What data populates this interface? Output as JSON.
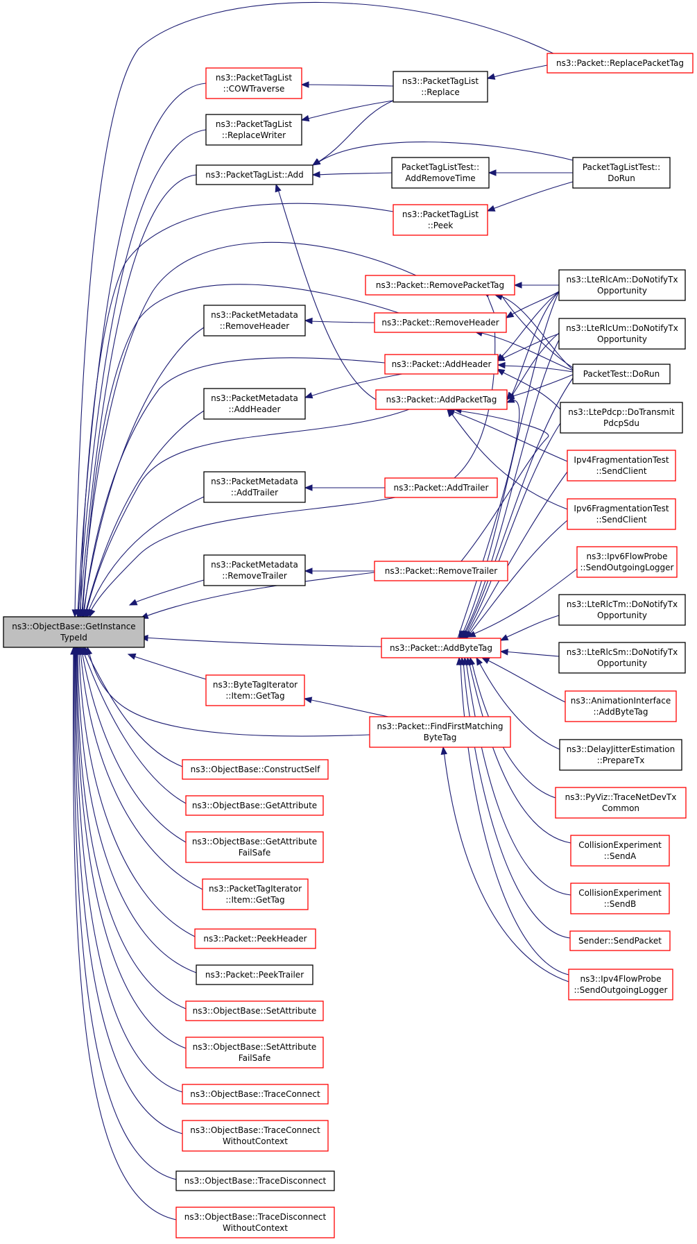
{
  "colors": {
    "edge": "#191970",
    "border_documented": "#000000",
    "border_undocumented": "#ff0000",
    "root_fill": "#bfbfbf"
  },
  "nodes": [
    {
      "id": "root",
      "lines": [
        "ns3::ObjectBase::GetInstance",
        "TypeId"
      ],
      "style": "root"
    },
    {
      "id": "ptl_cow",
      "lines": [
        "ns3::PacketTagList",
        "::COWTraverse"
      ],
      "style": "red"
    },
    {
      "id": "ptl_replace",
      "lines": [
        "ns3::PacketTagList",
        "::Replace"
      ],
      "style": "black"
    },
    {
      "id": "pkt_replacepackettag",
      "lines": [
        "ns3::Packet::ReplacePacketTag"
      ],
      "style": "red"
    },
    {
      "id": "ptl_replacewriter",
      "lines": [
        "ns3::PacketTagList",
        "::ReplaceWriter"
      ],
      "style": "black"
    },
    {
      "id": "ptl_add",
      "lines": [
        "ns3::PacketTagList::Add"
      ],
      "style": "black"
    },
    {
      "id": "ptlt_addremovetime",
      "lines": [
        "PacketTagListTest::",
        "AddRemoveTime"
      ],
      "style": "black"
    },
    {
      "id": "ptlt_dorun",
      "lines": [
        "PacketTagListTest::",
        "DoRun"
      ],
      "style": "black"
    },
    {
      "id": "ptl_peek",
      "lines": [
        "ns3::PacketTagList",
        "::Peek"
      ],
      "style": "red"
    },
    {
      "id": "pkt_removepackettag",
      "lines": [
        "ns3::Packet::RemovePacketTag"
      ],
      "style": "red"
    },
    {
      "id": "lterlcam",
      "lines": [
        "ns3::LteRlcAm::DoNotifyTx",
        "Opportunity"
      ],
      "style": "black"
    },
    {
      "id": "pm_removeheader",
      "lines": [
        "ns3::PacketMetadata",
        "::RemoveHeader"
      ],
      "style": "black"
    },
    {
      "id": "pkt_removeheader",
      "lines": [
        "ns3::Packet::RemoveHeader"
      ],
      "style": "red"
    },
    {
      "id": "lterlcum",
      "lines": [
        "ns3::LteRlcUm::DoNotifyTx",
        "Opportunity"
      ],
      "style": "black"
    },
    {
      "id": "pkt_addheader",
      "lines": [
        "ns3::Packet::AddHeader"
      ],
      "style": "red"
    },
    {
      "id": "pkttest_dorun",
      "lines": [
        "PacketTest::DoRun"
      ],
      "style": "black"
    },
    {
      "id": "pm_addheader",
      "lines": [
        "ns3::PacketMetadata",
        "::AddHeader"
      ],
      "style": "black"
    },
    {
      "id": "pkt_addpackettag",
      "lines": [
        "ns3::Packet::AddPacketTag"
      ],
      "style": "red"
    },
    {
      "id": "ltepdcp",
      "lines": [
        "ns3::LtePdcp::DoTransmit",
        "PdcpSdu"
      ],
      "style": "black"
    },
    {
      "id": "ipv4frag",
      "lines": [
        "Ipv4FragmentationTest",
        "::SendClient"
      ],
      "style": "red"
    },
    {
      "id": "pm_addtrailer",
      "lines": [
        "ns3::PacketMetadata",
        "::AddTrailer"
      ],
      "style": "black"
    },
    {
      "id": "pkt_addtrailer",
      "lines": [
        "ns3::Packet::AddTrailer"
      ],
      "style": "red"
    },
    {
      "id": "ipv6frag",
      "lines": [
        "Ipv6FragmentationTest",
        "::SendClient"
      ],
      "style": "red"
    },
    {
      "id": "ipv6flowprobe",
      "lines": [
        "ns3::Ipv6FlowProbe",
        "::SendOutgoingLogger"
      ],
      "style": "red"
    },
    {
      "id": "pm_removetrailer",
      "lines": [
        "ns3::PacketMetadata",
        "::RemoveTrailer"
      ],
      "style": "black"
    },
    {
      "id": "pkt_removetrailer",
      "lines": [
        "ns3::Packet::RemoveTrailer"
      ],
      "style": "red"
    },
    {
      "id": "lterlctm",
      "lines": [
        "ns3::LteRlcTm::DoNotifyTx",
        "Opportunity"
      ],
      "style": "black"
    },
    {
      "id": "pkt_addbytetag",
      "lines": [
        "ns3::Packet::AddByteTag"
      ],
      "style": "red"
    },
    {
      "id": "lterlcsm",
      "lines": [
        "ns3::LteRlcSm::DoNotifyTx",
        "Opportunity"
      ],
      "style": "black"
    },
    {
      "id": "bti_gettag",
      "lines": [
        "ns3::ByteTagIterator",
        "::Item::GetTag"
      ],
      "style": "red"
    },
    {
      "id": "animiface",
      "lines": [
        "ns3::AnimationInterface",
        "::AddByteTag"
      ],
      "style": "red"
    },
    {
      "id": "pkt_findfirst",
      "lines": [
        "ns3::Packet::FindFirstMatching",
        "ByteTag"
      ],
      "style": "red"
    },
    {
      "id": "delayjitter",
      "lines": [
        "ns3::DelayJitterEstimation",
        "::PrepareTx"
      ],
      "style": "black"
    },
    {
      "id": "ob_constructself",
      "lines": [
        "ns3::ObjectBase::ConstructSelf"
      ],
      "style": "red"
    },
    {
      "id": "pyviz",
      "lines": [
        "ns3::PyViz::TraceNetDevTx",
        "Common"
      ],
      "style": "red"
    },
    {
      "id": "ob_getattribute",
      "lines": [
        "ns3::ObjectBase::GetAttribute"
      ],
      "style": "red"
    },
    {
      "id": "ob_getattributefailsafe",
      "lines": [
        "ns3::ObjectBase::GetAttribute",
        "FailSafe"
      ],
      "style": "red"
    },
    {
      "id": "collision_a",
      "lines": [
        "CollisionExperiment",
        "::SendA"
      ],
      "style": "red"
    },
    {
      "id": "pti_gettag",
      "lines": [
        "ns3::PacketTagIterator",
        "::Item::GetTag"
      ],
      "style": "red"
    },
    {
      "id": "collision_b",
      "lines": [
        "CollisionExperiment",
        "::SendB"
      ],
      "style": "red"
    },
    {
      "id": "pkt_peekheader",
      "lines": [
        "ns3::Packet::PeekHeader"
      ],
      "style": "red"
    },
    {
      "id": "sender_sendpacket",
      "lines": [
        "Sender::SendPacket"
      ],
      "style": "red"
    },
    {
      "id": "pkt_peektrailer",
      "lines": [
        "ns3::Packet::PeekTrailer"
      ],
      "style": "black"
    },
    {
      "id": "ipv4flowprobe",
      "lines": [
        "ns3::Ipv4FlowProbe",
        "::SendOutgoingLogger"
      ],
      "style": "red"
    },
    {
      "id": "ob_setattribute",
      "lines": [
        "ns3::ObjectBase::SetAttribute"
      ],
      "style": "red"
    },
    {
      "id": "ob_setattributefailsafe",
      "lines": [
        "ns3::ObjectBase::SetAttribute",
        "FailSafe"
      ],
      "style": "red"
    },
    {
      "id": "ob_traceconnect",
      "lines": [
        "ns3::ObjectBase::TraceConnect"
      ],
      "style": "red"
    },
    {
      "id": "ob_traceconnectwoc",
      "lines": [
        "ns3::ObjectBase::TraceConnect",
        "WithoutContext"
      ],
      "style": "red"
    },
    {
      "id": "ob_tracedisconnect",
      "lines": [
        "ns3::ObjectBase::TraceDisconnect"
      ],
      "style": "black"
    },
    {
      "id": "ob_tracedisconnectwoc",
      "lines": [
        "ns3::ObjectBase::TraceDisconnect",
        "WithoutContext"
      ],
      "style": "red"
    }
  ]
}
